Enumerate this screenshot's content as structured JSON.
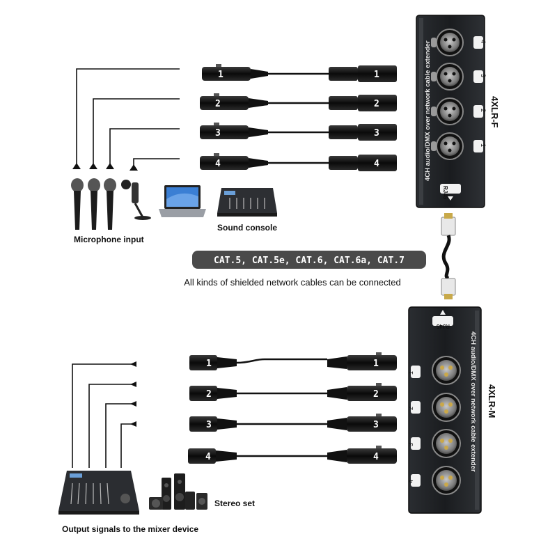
{
  "top_unit": {
    "label": "4XLR-F",
    "side_text": "4CH audio/DMX over network cable extender",
    "port_label": "RJ45",
    "channels": [
      "4",
      "3",
      "2",
      "1"
    ]
  },
  "bottom_unit": {
    "label": "4XLR-M",
    "side_text": "4CH audio/DMX over network cable extender",
    "port_label": "RJ45",
    "channels": [
      "1",
      "2",
      "3",
      "4"
    ]
  },
  "top_cables": [
    "1",
    "2",
    "3",
    "4"
  ],
  "bottom_cables": [
    "1",
    "2",
    "3",
    "4"
  ],
  "labels": {
    "microphone_input": "Microphone input",
    "sound_console": "Sound console",
    "cable_types": "CAT.5, CAT.5e, CAT.6, CAT.6a, CAT.7",
    "cable_note": "All kinds of shielded network cables can be connected",
    "stereo_set": "Stereo set",
    "mixer_output": "Output signals to the mixer device"
  },
  "colors": {
    "device_body": "#1f2226",
    "connector": "#0d0d0d",
    "banner": "#4a4a4a"
  }
}
